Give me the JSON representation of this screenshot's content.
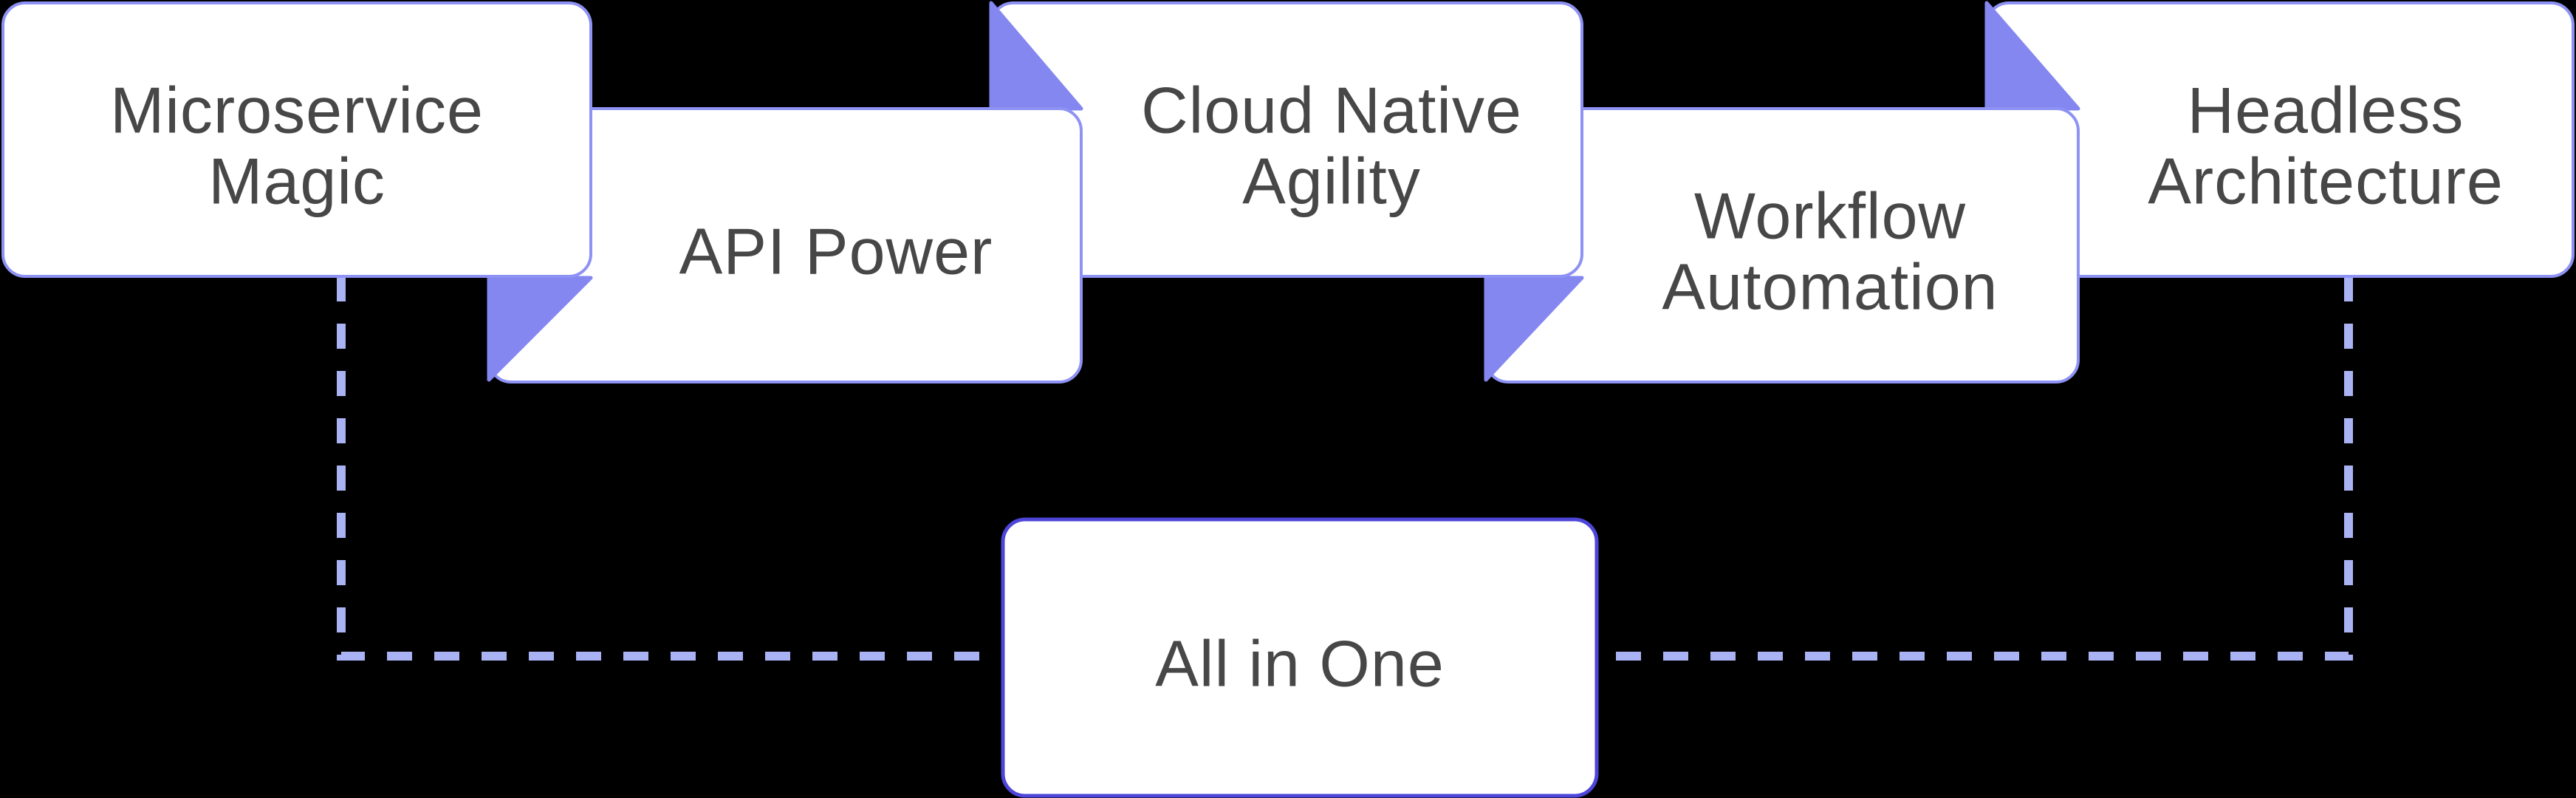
{
  "diagram": {
    "background": "#000000",
    "palette": {
      "background": "#000000",
      "card_fill": "#ffffff",
      "card_border": "#8d92f4",
      "fold_fill": "#8487f0",
      "hub_border": "#4e46d9",
      "dash_color": "#a9b2f3",
      "text_color": "#474747"
    },
    "cards": [
      {
        "name": "microservice-magic",
        "label": "Microservice Magic",
        "lines": [
          "Microservice",
          "Magic"
        ]
      },
      {
        "name": "api-power",
        "label": "API Power",
        "lines": [
          "API Power"
        ]
      },
      {
        "name": "cloud-native-agility",
        "label": "Cloud Native Agility",
        "lines": [
          "Cloud Native",
          "Agility"
        ]
      },
      {
        "name": "workflow-automation",
        "label": "Workflow Automation",
        "lines": [
          "Workflow",
          "Automation"
        ]
      },
      {
        "name": "headless-architecture",
        "label": "Headless Architecture",
        "lines": [
          "Headless",
          "Architecture"
        ]
      },
      {
        "name": "all-in-one",
        "label": "All in One",
        "lines": [
          "All in One"
        ]
      }
    ],
    "connectors": [
      {
        "name": "connector-left",
        "from": "microservice-magic",
        "to": "all-in-one",
        "style": "dashed"
      },
      {
        "name": "connector-right",
        "from": "headless-architecture",
        "to": "all-in-one",
        "style": "dashed"
      }
    ]
  }
}
